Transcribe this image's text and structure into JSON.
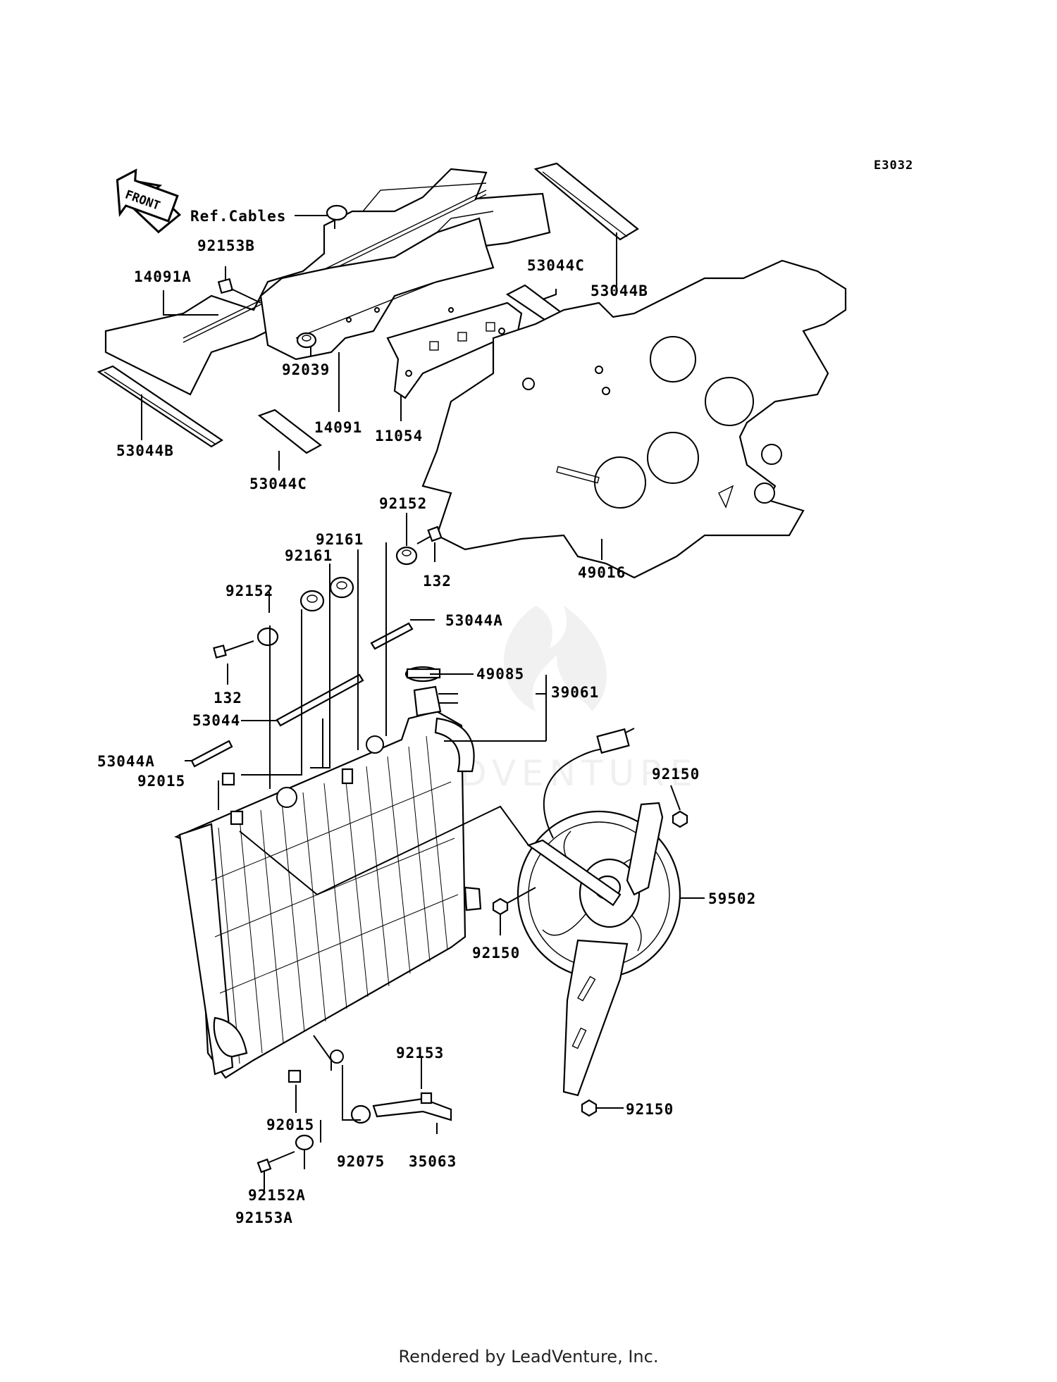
{
  "diagram_code": "E3032",
  "front_arrow": "FRONT",
  "footer": "Rendered by LeadVenture, Inc.",
  "watermark": "ADVENTURE",
  "labels": {
    "ref_cables": "Ref.Cables",
    "p92153B": "92153B",
    "p14091A": "14091A",
    "p53044C_top": "53044C",
    "p53044B_top": "53044B",
    "p92039": "92039",
    "p14091": "14091",
    "p11054": "11054",
    "p53044B_left": "53044B",
    "p53044C_bottom": "53044C",
    "p92152_top": "92152",
    "p132_top": "132",
    "p49016": "49016",
    "p92161_a": "92161",
    "p92161_b": "92161",
    "p92152_left": "92152",
    "p53044A_top": "53044A",
    "p49085": "49085",
    "p39061": "39061",
    "p132_left": "132",
    "p53044": "53044",
    "p53044A_left": "53044A",
    "p92015_top": "92015",
    "p92150_top": "92150",
    "p59502": "59502",
    "p92150_mid": "92150",
    "p92153": "92153",
    "p92150_bottom": "92150",
    "p92015_bottom": "92015",
    "p92075": "92075",
    "p35063": "35063",
    "p92152A": "92152A",
    "p92153A": "92153A"
  }
}
